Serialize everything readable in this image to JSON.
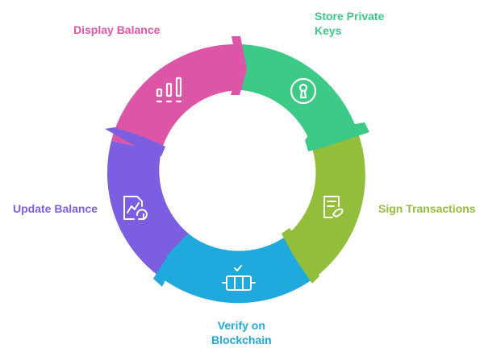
{
  "steps": [
    {
      "id": "store",
      "label_lines": [
        "Store Private",
        "Keys"
      ],
      "color": "#3DC986",
      "icon": "keyhole-icon"
    },
    {
      "id": "sign",
      "label_lines": [
        "Sign Transactions"
      ],
      "color": "#92BE3C",
      "icon": "signed-document-icon"
    },
    {
      "id": "verify",
      "label_lines": [
        "Verify on",
        "Blockchain"
      ],
      "color": "#1FA9DC",
      "icon": "blockchain-ledger-icon"
    },
    {
      "id": "update",
      "label_lines": [
        "Update Balance"
      ],
      "color": "#7B5FE0",
      "icon": "chart-refresh-icon"
    },
    {
      "id": "display",
      "label_lines": [
        "Display Balance"
      ],
      "color": "#DC55A7",
      "icon": "bar-chart-icon"
    }
  ]
}
